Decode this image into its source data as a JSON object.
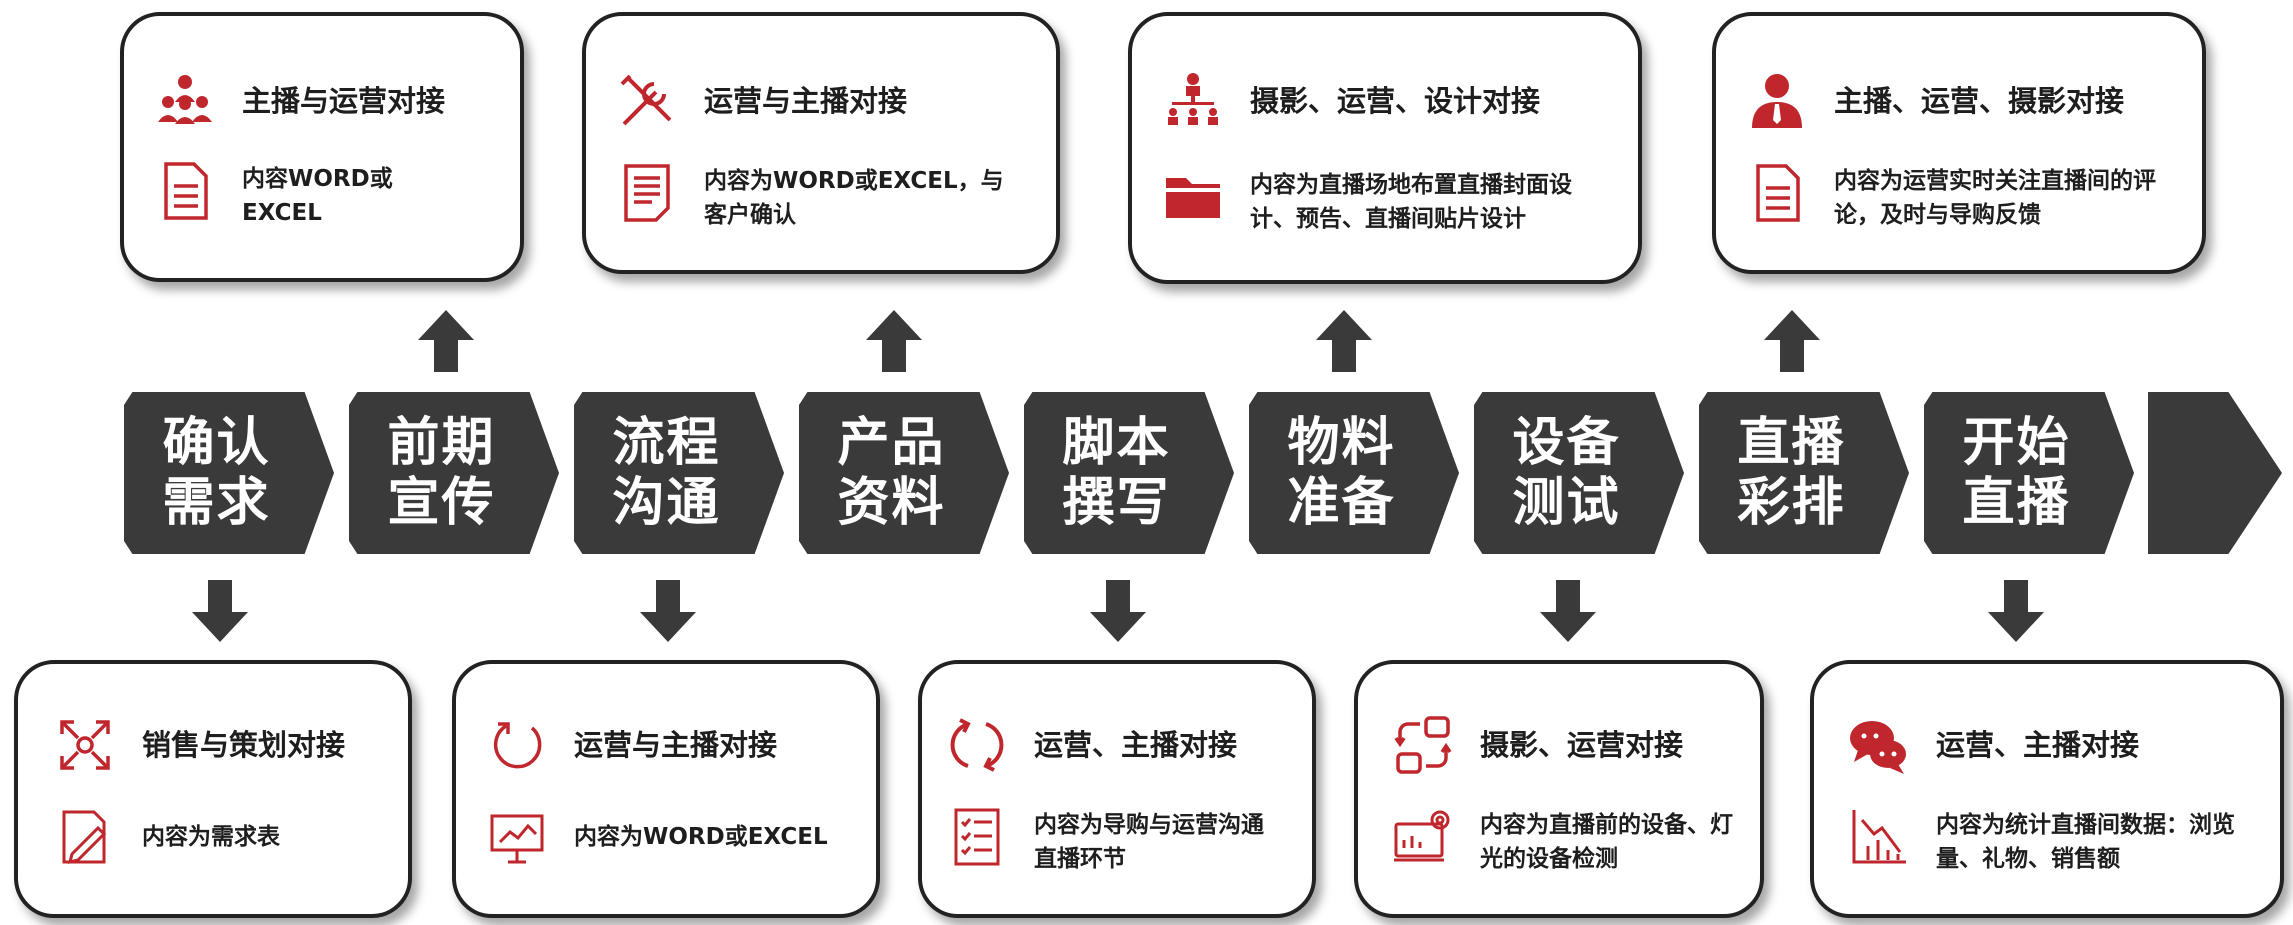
{
  "accent_color": "#c0272d",
  "steps": [
    {
      "line1": "确认",
      "line2": "需求"
    },
    {
      "line1": "前期",
      "line2": "宣传"
    },
    {
      "line1": "流程",
      "line2": "沟通"
    },
    {
      "line1": "产品",
      "line2": "资料"
    },
    {
      "line1": "脚本",
      "line2": "撰写"
    },
    {
      "line1": "物料",
      "line2": "准备"
    },
    {
      "line1": "设备",
      "line2": "测试"
    },
    {
      "line1": "直播",
      "line2": "彩排"
    },
    {
      "line1": "开始",
      "line2": "直播"
    }
  ],
  "top_cards": [
    {
      "title": "主播与运营对接",
      "title_icon": "team-icon",
      "desc": "内容WORD或EXCEL",
      "desc_icon": "document-icon"
    },
    {
      "title": "运营与主播对接",
      "title_icon": "tools-icon",
      "desc": "内容为WORD或EXCEL，与客户确认",
      "desc_icon": "file-lines-icon"
    },
    {
      "title": "摄影、运营、设计对接",
      "title_icon": "org-chart-icon",
      "desc": "内容为直播场地布置直播封面设计、预告、直播间贴片设计",
      "desc_icon": "folder-icon"
    },
    {
      "title": "主播、运营、摄影对接",
      "title_icon": "person-icon",
      "desc": "内容为运营实时关注直播间的评论，及时与导购反馈",
      "desc_icon": "document-icon"
    }
  ],
  "bottom_cards": [
    {
      "title": "销售与策划对接",
      "title_icon": "expand-arrows-icon",
      "desc": "内容为需求表",
      "desc_icon": "edit-document-icon"
    },
    {
      "title": "运营与主播对接",
      "title_icon": "refresh-icon",
      "desc": "内容为WORD或EXCEL",
      "desc_icon": "presentation-icon"
    },
    {
      "title": "运营、主播对接",
      "title_icon": "sync-icon",
      "desc": "内容为导购与运营沟通直播环节",
      "desc_icon": "checklist-icon"
    },
    {
      "title": "摄影、运营对接",
      "title_icon": "exchange-icon",
      "desc": "内容为直播前的设备、灯光的设备检测",
      "desc_icon": "monitor-gear-icon"
    },
    {
      "title": "运营、主播对接",
      "title_icon": "chat-icon",
      "desc": "内容为统计直播间数据：浏览量、礼物、销售额",
      "desc_icon": "chart-down-icon"
    }
  ]
}
